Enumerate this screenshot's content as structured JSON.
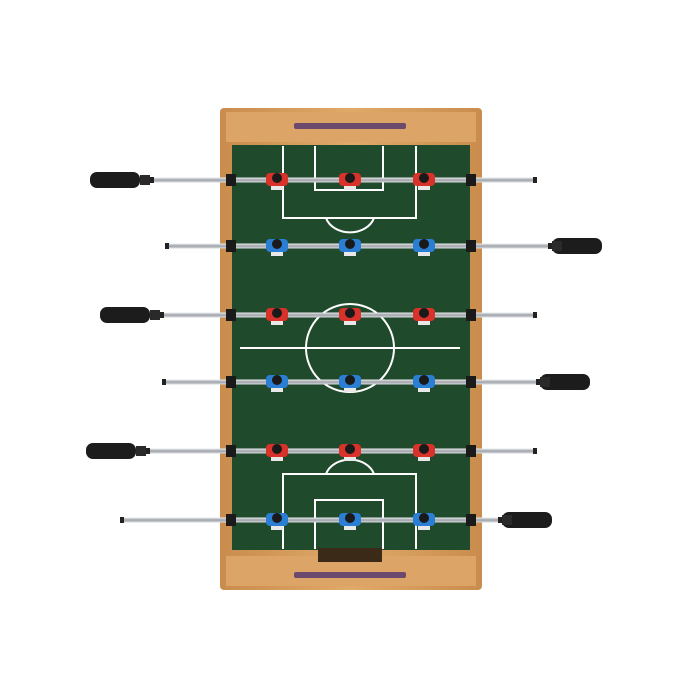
{
  "image": {
    "subject": "foosball-table",
    "colors": {
      "background": "#ffffff",
      "wood": "#d9a160",
      "wood_dark": "#b87a3a",
      "field": "#1f4a2c",
      "lines": "#ffffff",
      "red_team": "#d8322a",
      "blue_team": "#2a7fd4",
      "handle": "#1c1c1c",
      "rod": "#c9cdd1",
      "score_bar": "#6b4a6e"
    },
    "rods": [
      {
        "team": "red",
        "players": 3,
        "handle_side": "left"
      },
      {
        "team": "blue",
        "players": 3,
        "handle_side": "right"
      },
      {
        "team": "red",
        "players": 3,
        "handle_side": "left"
      },
      {
        "team": "blue",
        "players": 3,
        "handle_side": "right"
      },
      {
        "team": "red",
        "players": 3,
        "handle_side": "left"
      },
      {
        "team": "blue",
        "players": 3,
        "handle_side": "right"
      }
    ]
  }
}
